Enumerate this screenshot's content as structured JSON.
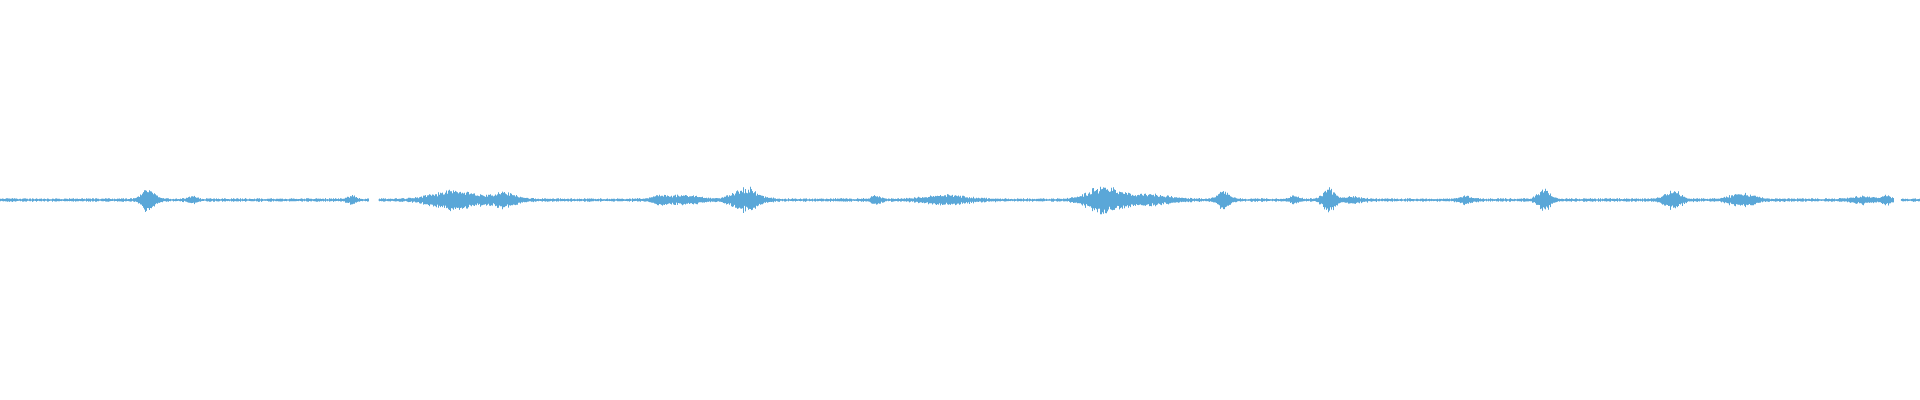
{
  "waveform": {
    "color": "#5aa7d8",
    "baseline_color": "#6fb4e0",
    "background": "#ffffff",
    "duration_fraction_events": [
      {
        "position": 0.077,
        "amplitude": 0.95,
        "spread": 0.003
      },
      {
        "position": 0.1,
        "amplitude": 0.25,
        "spread": 0.002
      },
      {
        "position": 0.183,
        "amplitude": 0.3,
        "spread": 0.002
      },
      {
        "position": 0.236,
        "amplitude": 0.8,
        "spread": 0.01
      },
      {
        "position": 0.262,
        "amplitude": 0.5,
        "spread": 0.006
      },
      {
        "position": 0.343,
        "amplitude": 0.25,
        "spread": 0.003
      },
      {
        "position": 0.355,
        "amplitude": 0.35,
        "spread": 0.008
      },
      {
        "position": 0.388,
        "amplitude": 0.9,
        "spread": 0.006
      },
      {
        "position": 0.456,
        "amplitude": 0.4,
        "spread": 0.002
      },
      {
        "position": 0.493,
        "amplitude": 0.35,
        "spread": 0.01
      },
      {
        "position": 0.575,
        "amplitude": 1.0,
        "spread": 0.008
      },
      {
        "position": 0.598,
        "amplitude": 0.4,
        "spread": 0.01
      },
      {
        "position": 0.637,
        "amplitude": 0.65,
        "spread": 0.003
      },
      {
        "position": 0.674,
        "amplitude": 0.3,
        "spread": 0.002
      },
      {
        "position": 0.692,
        "amplitude": 1.0,
        "spread": 0.003
      },
      {
        "position": 0.705,
        "amplitude": 0.2,
        "spread": 0.004
      },
      {
        "position": 0.763,
        "amplitude": 0.25,
        "spread": 0.003
      },
      {
        "position": 0.804,
        "amplitude": 0.85,
        "spread": 0.003
      },
      {
        "position": 0.871,
        "amplitude": 0.7,
        "spread": 0.004
      },
      {
        "position": 0.907,
        "amplitude": 0.45,
        "spread": 0.006
      },
      {
        "position": 0.97,
        "amplitude": 0.25,
        "spread": 0.005
      },
      {
        "position": 0.982,
        "amplitude": 0.35,
        "spread": 0.002
      }
    ],
    "gaps": [
      {
        "start": 0.192,
        "end": 0.197
      },
      {
        "start": 0.986,
        "end": 0.99
      }
    ]
  }
}
